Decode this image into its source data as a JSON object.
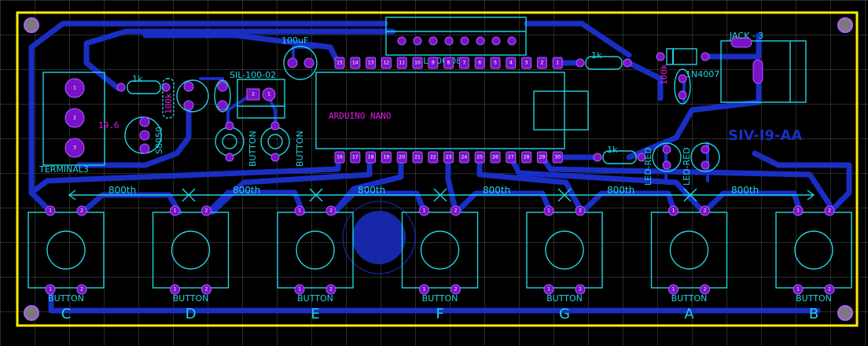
{
  "board": {
    "title": "SIV-I9-AA",
    "colors": {
      "board_outline": "#ffee00",
      "silkscreen": "#1fd3e0",
      "trace": "#1a2ec4",
      "pad": "#7a12c9",
      "mirror_text": "#e020e0"
    }
  },
  "labels": {
    "terminal": "TERMINAL3",
    "terminal_val": "19.6",
    "capacitor": "100uF",
    "sil2": "SIL-100-02",
    "sil8": "SIL-100-08",
    "arduino": "ARDUINO NANO",
    "jack": "JACK - 3",
    "diode": "1N4007",
    "res1": "1k",
    "res2": "1k",
    "res3": "1k",
    "res4": "100k",
    "transistor": "S8050",
    "led1": "LED-RED",
    "led2": "LED-RED",
    "small_button_1": "BUTTON",
    "small_button_2": "BUTTON"
  },
  "dimension_label": "800th",
  "buttons": [
    {
      "label": "BUTTON",
      "note": "C"
    },
    {
      "label": "BUTTON",
      "note": "D"
    },
    {
      "label": "BUTTON",
      "note": "E"
    },
    {
      "label": "BUTTON",
      "note": "F"
    },
    {
      "label": "BUTTON",
      "note": "G"
    },
    {
      "label": "BUTTON",
      "note": "A"
    },
    {
      "label": "BUTTON",
      "note": "B"
    }
  ],
  "nano_top_pins": [
    "15",
    "14",
    "13",
    "12",
    "11",
    "10",
    "9",
    "8",
    "7",
    "6",
    "5",
    "4",
    "3",
    "2",
    "1"
  ],
  "nano_bottom_pins": [
    "16",
    "17",
    "18",
    "19",
    "20",
    "21",
    "22",
    "23",
    "24",
    "25",
    "26",
    "27",
    "28",
    "29",
    "30"
  ]
}
